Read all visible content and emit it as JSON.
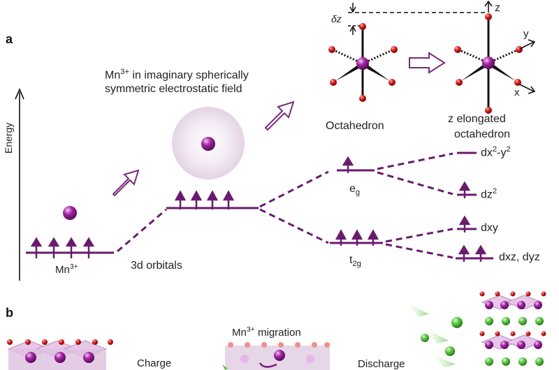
{
  "panels": {
    "a": "a",
    "b": "b"
  },
  "axis": {
    "energy": "Energy"
  },
  "field_caption": {
    "line1_prefix": "Mn",
    "line1_sup": "3+",
    "line1_rest": " in imaginary spherically",
    "line2": "symmetric electrostatic field"
  },
  "levels": {
    "mn_ion": {
      "base": "Mn",
      "sup": "3+"
    },
    "orbitals_3d": "3d orbitals",
    "eg": {
      "base": "e",
      "sub": "g"
    },
    "t2g": {
      "base": "t",
      "sub": "2g"
    }
  },
  "split_orbitals": {
    "dx2y2": {
      "a": "dx",
      "sup1": "2",
      "b": "-y",
      "sup2": "2"
    },
    "dz2": {
      "a": "dz",
      "sup": "2"
    },
    "dxy": "dxy",
    "dxz_dyz": "dxz, dyz"
  },
  "geometry": {
    "octahedron": "Octahedron",
    "elongated_line1": "z elongated",
    "elongated_line2": "octahedron",
    "delta_z": "δz",
    "axis_z": "z",
    "axis_y": "y",
    "axis_x": "x"
  },
  "panel_b": {
    "charge": "Charge",
    "migration": {
      "prefix": "Mn",
      "sup": "3+",
      "rest": " migration"
    },
    "discharge": "Discharge"
  },
  "colors": {
    "purple": "#6a1b6e",
    "atom_purple": "#9c1f9c",
    "oxygen_red": "#c8161d",
    "lithium_green": "#4bbf3b"
  }
}
